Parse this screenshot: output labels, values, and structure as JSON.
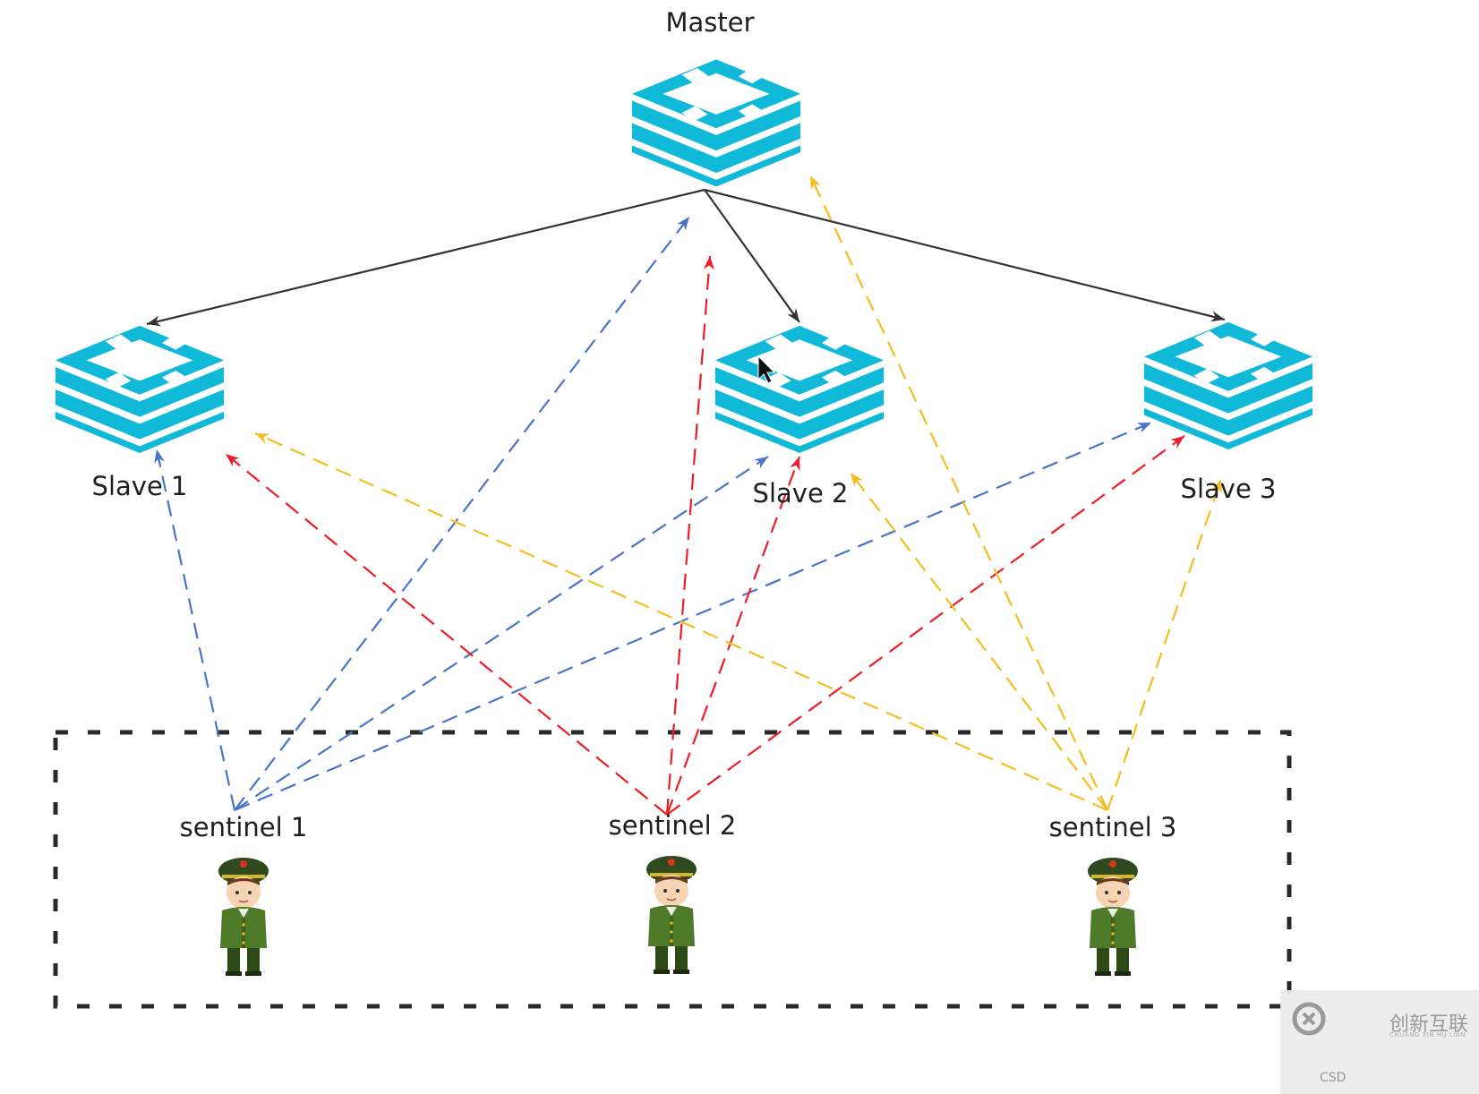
{
  "title": "Redis Sentinel Architecture",
  "colors": {
    "redis": "#11b9d9",
    "master_link": "#333333",
    "sentinel_1": "#4a74c9",
    "sentinel_2": "#ee1c24",
    "sentinel_3": "#f5bd1f",
    "group_border": "#2a2a2a"
  },
  "nodes": {
    "master": {
      "label": "Master",
      "icon": "redis-server-icon"
    },
    "slaves": [
      {
        "label": "Slave 1",
        "icon": "redis-server-icon"
      },
      {
        "label": "Slave 2",
        "icon": "redis-server-icon"
      },
      {
        "label": "Slave 3",
        "icon": "redis-server-icon"
      }
    ],
    "sentinels": [
      {
        "label": "sentinel 1",
        "icon": "soldier-icon"
      },
      {
        "label": "sentinel 2",
        "icon": "soldier-icon"
      },
      {
        "label": "sentinel 3",
        "icon": "soldier-icon"
      }
    ]
  },
  "replication_edges": [
    {
      "from": "Master",
      "to": "Slave 1",
      "style": "solid"
    },
    {
      "from": "Master",
      "to": "Slave 2",
      "style": "solid"
    },
    {
      "from": "Master",
      "to": "Slave 3",
      "style": "solid"
    }
  ],
  "monitor_edges": [
    {
      "from": "sentinel 1",
      "to": "Master",
      "style": "dashed"
    },
    {
      "from": "sentinel 1",
      "to": "Slave 1",
      "style": "dashed"
    },
    {
      "from": "sentinel 1",
      "to": "Slave 2",
      "style": "dashed"
    },
    {
      "from": "sentinel 1",
      "to": "Slave 3",
      "style": "dashed"
    },
    {
      "from": "sentinel 2",
      "to": "Master",
      "style": "dashed"
    },
    {
      "from": "sentinel 2",
      "to": "Slave 1",
      "style": "dashed"
    },
    {
      "from": "sentinel 2",
      "to": "Slave 2",
      "style": "dashed"
    },
    {
      "from": "sentinel 2",
      "to": "Slave 3",
      "style": "dashed"
    },
    {
      "from": "sentinel 3",
      "to": "Master",
      "style": "dashed"
    },
    {
      "from": "sentinel 3",
      "to": "Slave 1",
      "style": "dashed"
    },
    {
      "from": "sentinel 3",
      "to": "Slave 2",
      "style": "dashed"
    },
    {
      "from": "sentinel 3",
      "to": "Slave 3",
      "style": "dashed"
    }
  ],
  "watermark": {
    "brand": "创新互联",
    "sub": "CHUANG XIN HU LIAN",
    "fragment": "CSD"
  }
}
